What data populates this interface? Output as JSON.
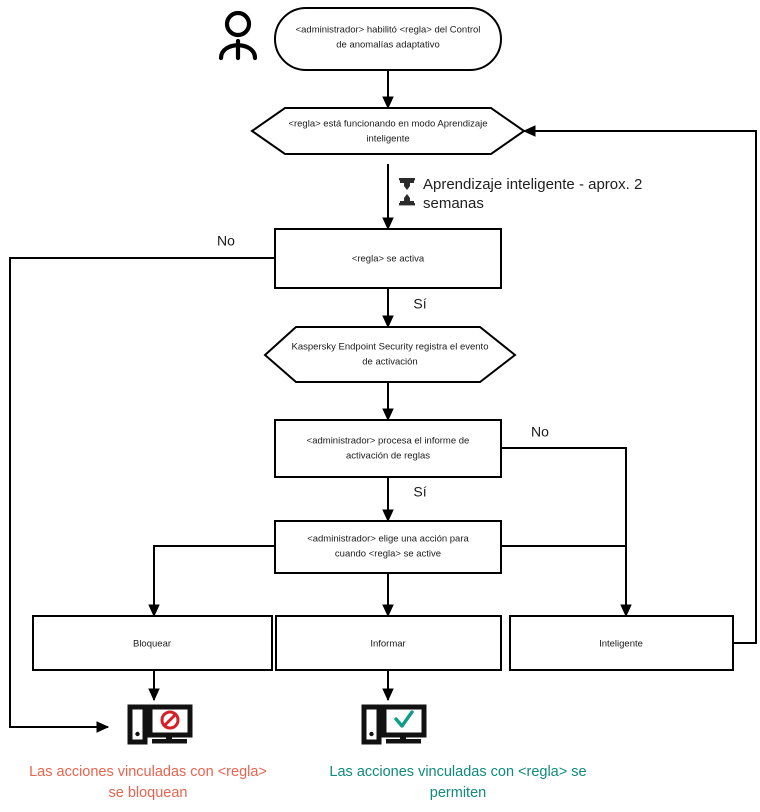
{
  "diagram": {
    "title": "Adaptive Anomaly Control rule flowchart",
    "language": "es",
    "colors": {
      "stroke": "#000000",
      "text": "#1a1a1a",
      "block_caption": "#e8644f",
      "allow_caption": "#0f8a7e",
      "deny_icon": "#d62027",
      "allow_icon": "#0f9e86"
    },
    "actor": {
      "name": "administrador-actor"
    },
    "nodes": {
      "start": {
        "shape": "rounded",
        "line1": "<administrador> habilitó <regla> del Control",
        "line2": "de anomalías adaptativo"
      },
      "learning_mode": {
        "shape": "hexagon",
        "line1": "<regla> está funcionando en modo Aprendizaje",
        "line2": "inteligente"
      },
      "rule_triggers": {
        "shape": "rect",
        "line1": "<regla> se activa"
      },
      "kes_logs": {
        "shape": "hexagon",
        "line1": "Kaspersky Endpoint Security registra el evento",
        "line2": "de activación"
      },
      "admin_processes": {
        "shape": "rect",
        "line1": "<administrador> procesa el informe de",
        "line2": "activación de reglas"
      },
      "admin_chooses": {
        "shape": "rect",
        "line1": "<administrador> elige una acción para",
        "line2": "cuando <regla> se active"
      },
      "action_block": {
        "shape": "rect",
        "line1": "Bloquear"
      },
      "action_inform": {
        "shape": "rect",
        "line1": "Informar"
      },
      "action_smart": {
        "shape": "rect",
        "line1": "Inteligente"
      }
    },
    "annotations": {
      "learning_duration": {
        "icon": "hourglass-icon",
        "line1": "Aprendizaje inteligente - aprox. 2",
        "line2": "semanas"
      }
    },
    "edge_labels": {
      "trigger_no": "No",
      "trigger_yes": "Sí",
      "report_no": "No",
      "report_yes": "Sí"
    },
    "outcomes": {
      "blocked": {
        "icon": "computer-blocked-icon",
        "line1": "Las acciones vinculadas con <regla>",
        "line2": "se bloquean"
      },
      "allowed": {
        "icon": "computer-allowed-icon",
        "line1": "Las acciones vinculadas con <regla> se",
        "line2": "permiten"
      }
    }
  }
}
